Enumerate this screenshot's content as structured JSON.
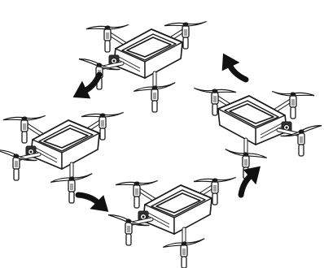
{
  "figure": {
    "description_text": "",
    "colors": {
      "line": "#1a1a1a",
      "shadow": "#333333",
      "panel": "#ffffff",
      "arrow": "#111111"
    },
    "drones": [
      {
        "id": "top",
        "label": ""
      },
      {
        "id": "left",
        "label": ""
      },
      {
        "id": "right",
        "label": ""
      },
      {
        "id": "bottom",
        "label": ""
      }
    ],
    "arrows": [
      {
        "id": "top-left",
        "direction": "counter-clockwise"
      },
      {
        "id": "top-right",
        "direction": "counter-clockwise"
      },
      {
        "id": "bottom-left",
        "direction": "counter-clockwise"
      },
      {
        "id": "bottom-right",
        "direction": "counter-clockwise"
      }
    ]
  }
}
